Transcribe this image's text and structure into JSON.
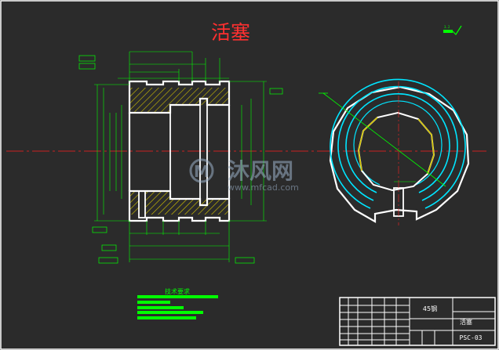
{
  "drawing": {
    "title": "活塞",
    "watermark_cn": "沐风网",
    "watermark_url": "www.mfcad.com",
    "roughness_symbol": "3.2",
    "tech_requirements_heading": "技术要求"
  },
  "title_block": {
    "material": "45钢",
    "part_name": "活塞",
    "drawing_no": "PSC-03"
  },
  "colors": {
    "background": "#2b2b2b",
    "outline": "#ffffff",
    "dimension": "#00ff00",
    "centerline": "#ff2020",
    "hatch": "#d4c400",
    "ring": "#00e5ff",
    "title": "#ff3030"
  }
}
